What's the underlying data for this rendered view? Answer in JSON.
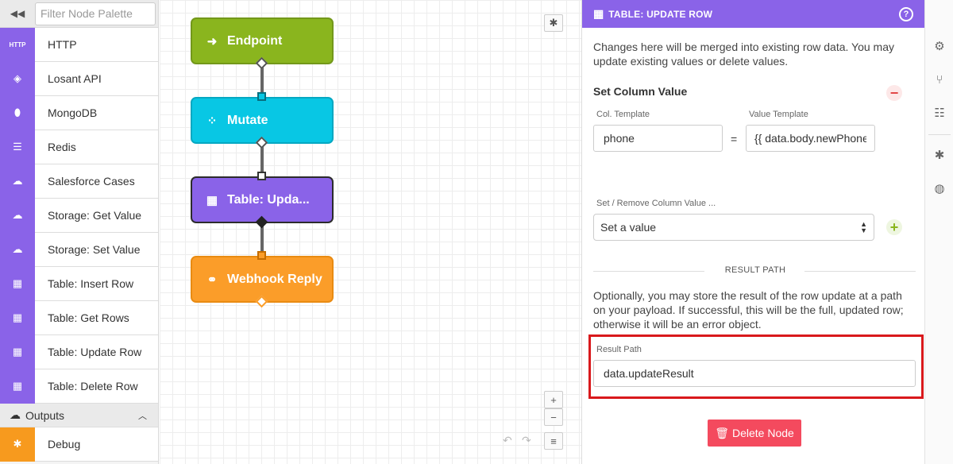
{
  "palette": {
    "collapse_icon": "double-chevron-left-icon",
    "filter_placeholder": "Filter Node Palette",
    "items": [
      {
        "label": "HTTP",
        "icon_text": "HTTP",
        "icon": "http-icon"
      },
      {
        "label": "Losant API",
        "icon_text": "◈",
        "icon": "losant-api-icon"
      },
      {
        "label": "MongoDB",
        "icon_text": "⬮",
        "icon": "mongodb-leaf-icon"
      },
      {
        "label": "Redis",
        "icon_text": "☰",
        "icon": "redis-stack-icon"
      },
      {
        "label": "Salesforce Cases",
        "icon_text": "☁",
        "icon": "salesforce-cloud-icon"
      },
      {
        "label": "Storage: Get Value",
        "icon_text": "☁",
        "icon": "cloud-download-icon"
      },
      {
        "label": "Storage: Set Value",
        "icon_text": "☁",
        "icon": "cloud-upload-icon"
      },
      {
        "label": "Table: Insert Row",
        "icon_text": "▦",
        "icon": "table-insert-icon"
      },
      {
        "label": "Table: Get Rows",
        "icon_text": "▦",
        "icon": "table-get-icon"
      },
      {
        "label": "Table: Update Row",
        "icon_text": "▦",
        "icon": "table-update-icon"
      },
      {
        "label": "Table: Delete Row",
        "icon_text": "▦",
        "icon": "table-delete-icon"
      }
    ],
    "outputs_label": "Outputs",
    "outputs_item": {
      "label": "Debug",
      "icon_text": "✱",
      "icon": "bug-icon"
    }
  },
  "canvas": {
    "nodes": [
      {
        "label": "Endpoint",
        "icon_text": "➜",
        "icon": "endpoint-icon",
        "color": "#8ab51e"
      },
      {
        "label": "Mutate",
        "icon_text": "⁘",
        "icon": "mutate-icon",
        "color": "#08c7e4"
      },
      {
        "label": "Table: Upda...",
        "icon_text": "▦",
        "icon": "table-icon",
        "color": "#8a63e8"
      },
      {
        "label": "Webhook Reply",
        "icon_text": "⚭",
        "icon": "link-icon",
        "color": "#fb9d29"
      }
    ],
    "debug_icon": "bug-icon",
    "zoom_in": "+",
    "zoom_out": "−",
    "undo": "↶",
    "redo": "↷",
    "menu": "≡"
  },
  "panel": {
    "header_title": "TABLE: UPDATE ROW",
    "header_icon": "table-icon",
    "help": "?",
    "description": "Changes here will be merged into existing row data. You may update existing values or delete values.",
    "set_column_heading": "Set Column Value",
    "col_template_label": "Col. Template",
    "value_template_label": "Value Template",
    "col_template_value": "phone",
    "equals": "=",
    "value_template_value": "{{ data.body.newPhone }}",
    "set_remove_label": "Set / Remove Column Value ...",
    "set_remove_value": "Set a value",
    "result_path_title": "RESULT PATH",
    "result_path_description": "Optionally, you may store the result of the row update at a path on your payload. If successful, this will be the full, updated row; otherwise it will be an error object.",
    "result_path_label": "Result Path",
    "result_path_value": "data.updateResult",
    "delete_button": "Delete Node",
    "accent_color": "#8a63e8",
    "delete_color": "#f44a5e",
    "highlight_color": "#d9191c"
  },
  "rail": {
    "icons": [
      "gear-icon",
      "branch-icon",
      "database-icon",
      "bug-icon",
      "globe-icon"
    ]
  }
}
